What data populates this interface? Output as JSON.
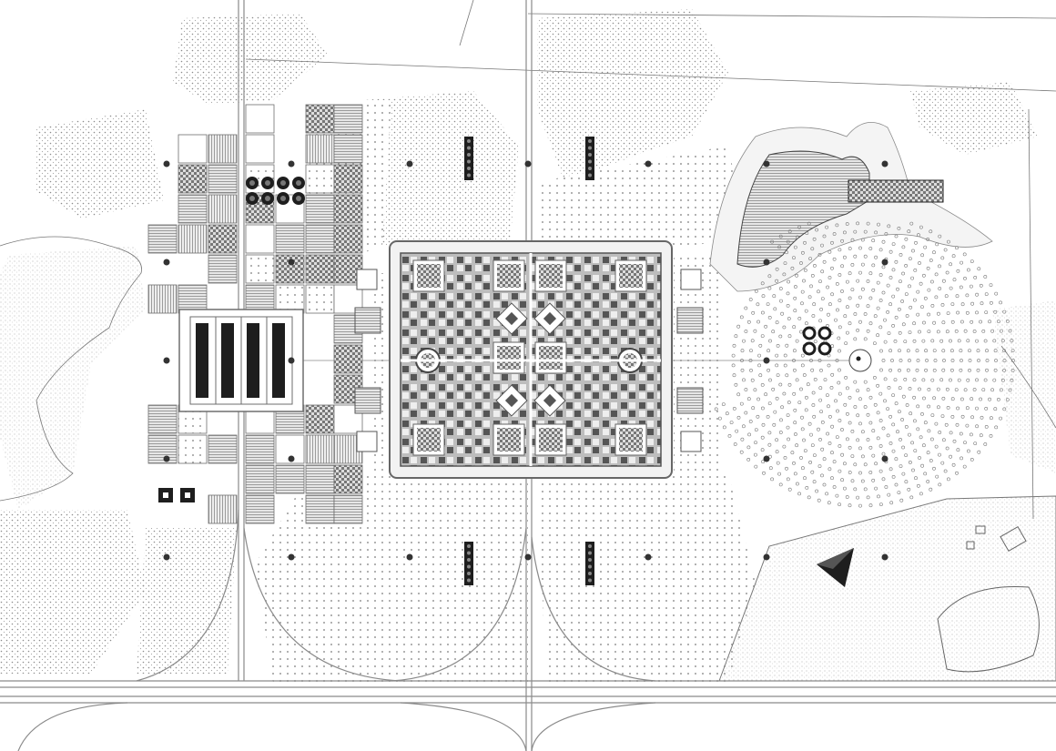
{
  "drawing": {
    "type": "architectural site plan",
    "colors": {
      "background": "#ffffff",
      "line": "#6e6e6e",
      "dark": "#1e1e1e",
      "stipple": "#9a9a9a",
      "fill_gray": "#c8c8c8"
    },
    "icons": [
      "site-marker-dot",
      "pyramid-triangle",
      "radial-field",
      "lake-hatch"
    ]
  }
}
